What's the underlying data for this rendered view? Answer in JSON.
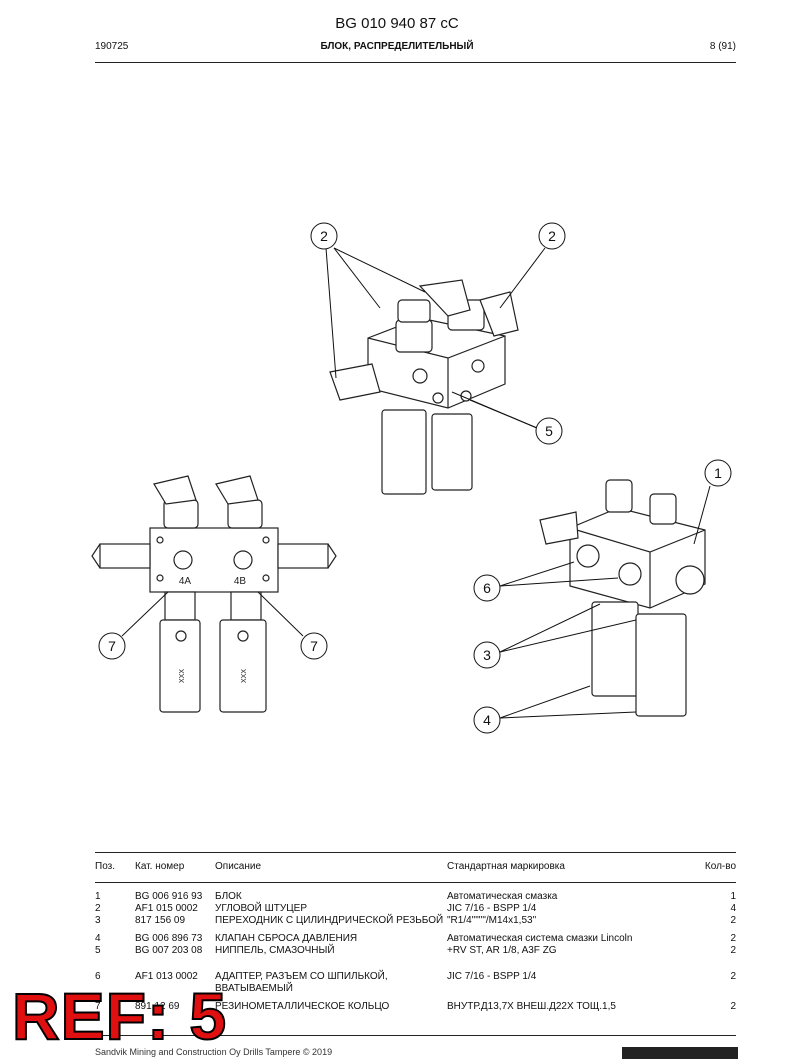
{
  "header": {
    "title": "BG 010 940 87 cC",
    "date": "190725",
    "subtitle": "БЛОК, РАСПРЕДЕЛИТЕЛЬНЫЙ",
    "page": "8 (91)"
  },
  "drawing": {
    "callouts": [
      "2",
      "2",
      "5",
      "1",
      "6",
      "3",
      "4",
      "7",
      "7"
    ],
    "port_labels": [
      "4A",
      "4B"
    ],
    "body_marking": "XXX"
  },
  "table": {
    "headers": {
      "pos": "Поз.",
      "cat": "Кат. номер",
      "desc": "Описание",
      "std": "Стандартная маркировка",
      "qty": "Кол-во"
    },
    "rows": [
      {
        "pos": "1",
        "cat": "BG 006 916 93",
        "desc": "БЛОК",
        "std": "Автоматическая смазка",
        "qty": "1"
      },
      {
        "pos": "2",
        "cat": "AF1 015 0002",
        "desc": "УГЛОВОЙ ШТУЦЕР",
        "std": "JIC 7/16 - BSPP 1/4",
        "qty": "4"
      },
      {
        "pos": "3",
        "cat": "817 156 09",
        "desc": "ПЕРЕХОДНИК С ЦИЛИНДРИЧЕСКОЙ РЕЗЬБОЙ",
        "std": "\"R1/4\"\"\"\"/M14x1,53\"",
        "qty": "2"
      },
      {
        "pos": "4",
        "cat": "BG 006 896 73",
        "desc": "КЛАПАН СБРОСА ДАВЛЕНИЯ",
        "std": "Автоматическая система смазки Lincoln",
        "qty": "2"
      },
      {
        "pos": "5",
        "cat": "BG 007 203 08",
        "desc": "НИППЕЛЬ, СМАЗОЧНЫЙ",
        "std": "+RV ST, AR 1/8, A3F ZG",
        "qty": "2"
      },
      {
        "pos": "6",
        "cat": "AF1 013 0002",
        "desc": "АДАПТЕР, РАЗЪЕМ СО ШПИЛЬКОЙ, ВВАТЫВАЕМЫЙ",
        "std": "JIC 7/16 - BSPP 1/4",
        "qty": "2"
      },
      {
        "pos": "7",
        "cat": "891 12 69",
        "desc": "РЕЗИНОМЕТАЛЛИЧЕСКОЕ КОЛЬЦО",
        "std": "ВНУТР.Д13,7Х ВНЕШ.Д22Х ТОЩ.1,5",
        "qty": "2"
      }
    ]
  },
  "footer": {
    "text": "Sandvik Mining and Construction Oy Drills Tampere © 2019"
  },
  "overlay": {
    "ref_label": "REF: 5"
  }
}
